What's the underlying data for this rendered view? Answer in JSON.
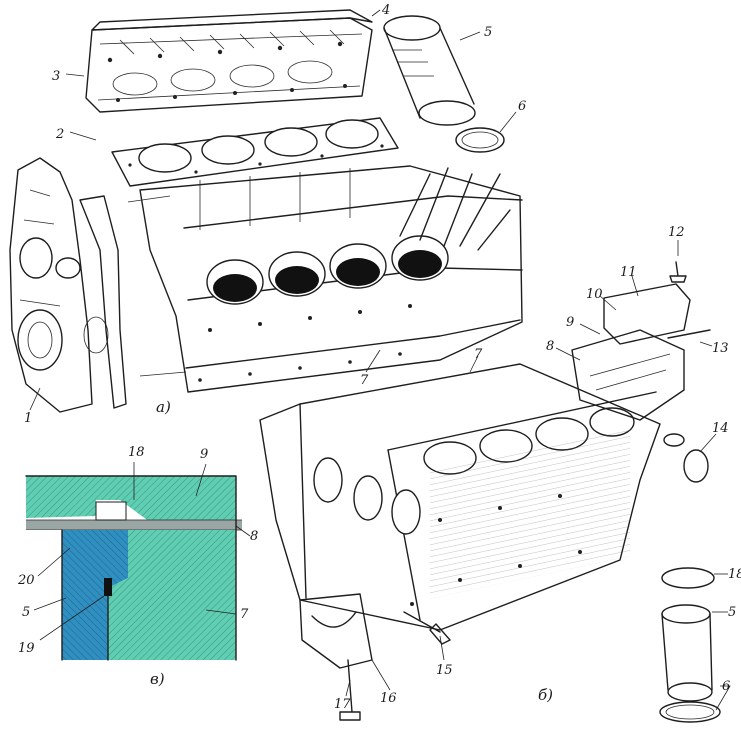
{
  "figure": {
    "subfigure_labels": [
      "а)",
      "б)",
      "в)"
    ],
    "part_labels": [
      "1",
      "2",
      "3",
      "4",
      "5",
      "6",
      "7",
      "7",
      "8",
      "9",
      "10",
      "11",
      "12",
      "13",
      "14",
      "15",
      "16",
      "17",
      "18",
      "5",
      "6",
      "18",
      "9",
      "8",
      "20",
      "5",
      "19",
      "7"
    ]
  },
  "colors": {
    "ink": "#1e1e1e",
    "section_teal": "#5fcfb3",
    "section_blue": "#2f8fc0",
    "gasket_gray": "#9aa6a4",
    "paper": "#ffffff"
  }
}
